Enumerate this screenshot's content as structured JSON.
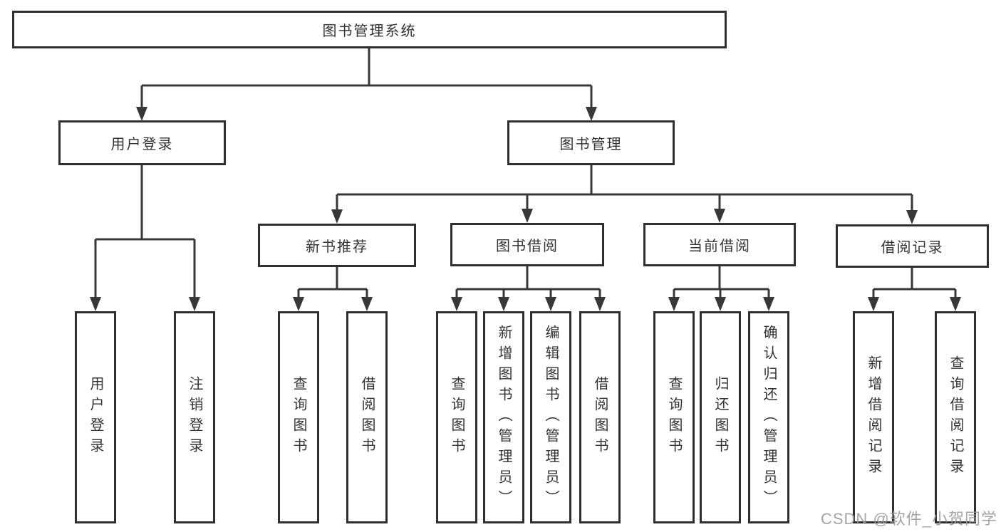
{
  "diagram": {
    "root": {
      "label": "图书管理系统"
    },
    "branches": [
      {
        "label": "用户登录",
        "children": [
          {
            "label": "用户登录"
          },
          {
            "label": "注销登录"
          }
        ]
      },
      {
        "label": "图书管理",
        "children": [
          {
            "label": "新书推荐",
            "children": [
              {
                "label": "查询图书"
              },
              {
                "label": "借阅图书"
              }
            ]
          },
          {
            "label": "图书借阅",
            "children": [
              {
                "label": "查询图书"
              },
              {
                "label": "新增图书（管理员）"
              },
              {
                "label": "编辑图书（管理员）"
              },
              {
                "label": "借阅图书"
              }
            ]
          },
          {
            "label": "当前借阅",
            "children": [
              {
                "label": "查询图书"
              },
              {
                "label": "归还图书"
              },
              {
                "label": "确认归还（管理员）"
              }
            ]
          },
          {
            "label": "借阅记录",
            "children": [
              {
                "label": "新增借阅记录"
              },
              {
                "label": "查询借阅记录"
              }
            ]
          }
        ]
      }
    ]
  },
  "watermark": {
    "text": "CSDN @软件_小贺同学"
  },
  "colors": {
    "background": "#ffffff",
    "box_border": "#2f2f2f",
    "connector_line": "#383838",
    "text": "#333333",
    "watermark": "#9b9b9b"
  }
}
